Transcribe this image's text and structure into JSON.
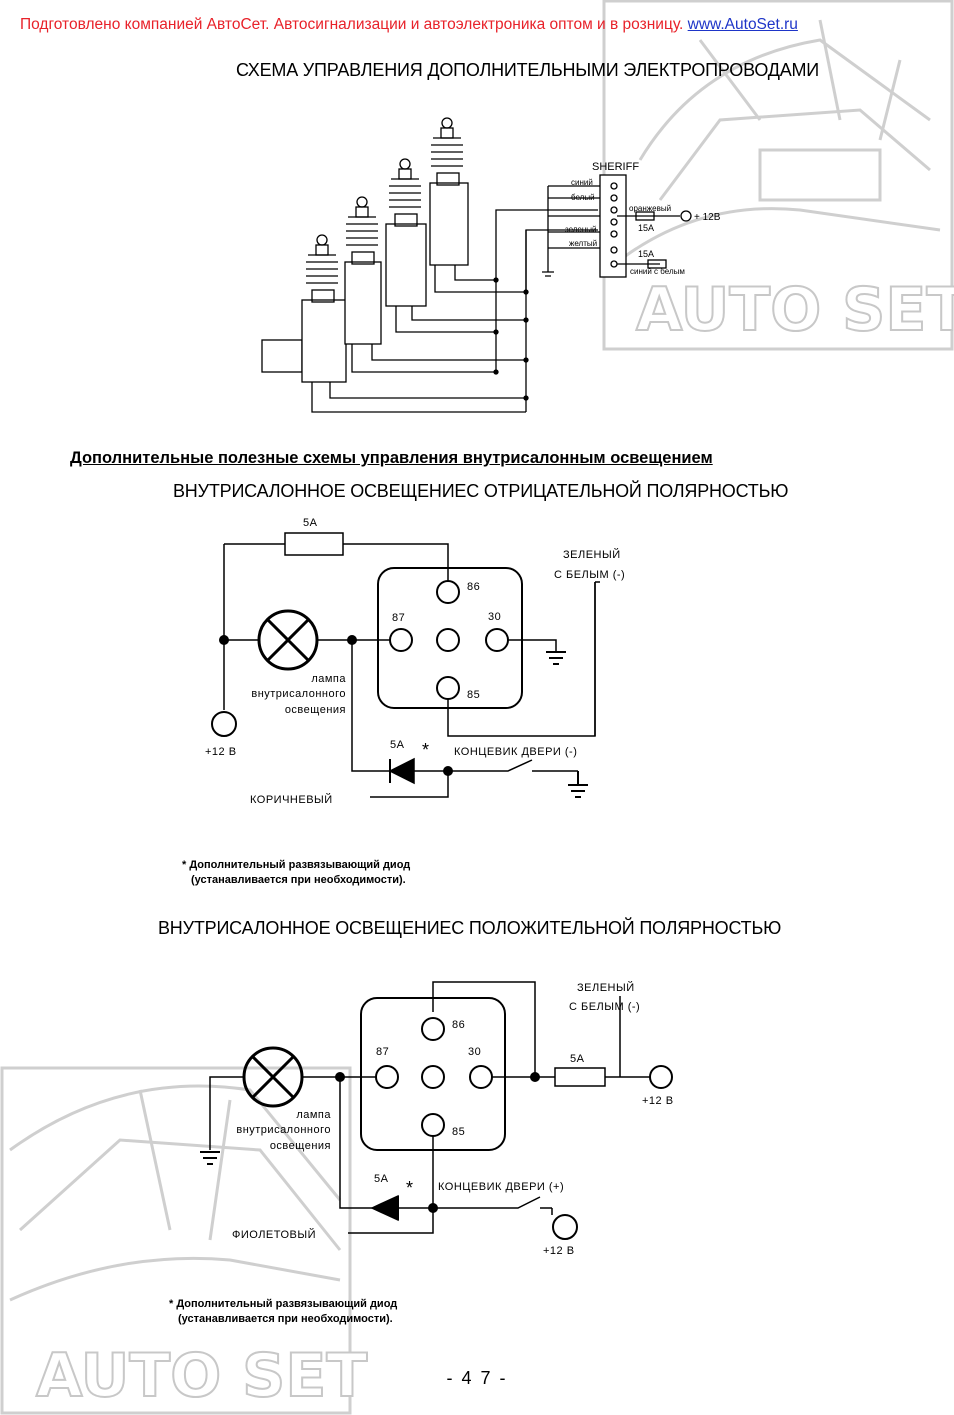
{
  "banner": {
    "text": "Подготовлено компанией АвтоСет. Автосигнализации и автоэлектроника оптом и в  розницу. ",
    "link": "www.AutoSet.ru"
  },
  "watermark": {
    "text": "AUTO SET"
  },
  "section1": {
    "title": "СХЕМА УПРАВЛЕНИЯ ДОПОЛНИТЕЛЬНЫМИ ЭЛЕКТРОПРОВОДАМИ",
    "brand": "SHERIFF",
    "wires": [
      "синий",
      "белый",
      "зеленый",
      "желтый"
    ],
    "right_labels": {
      "orange": "оранжевый",
      "fuse1": "15A",
      "fuse2": "15A",
      "blue_white": "синий с белым",
      "plus12": "+ 12В"
    }
  },
  "heading": "Дополнительные  полезные  схемы  управления  внутрисалонным  освещением",
  "diagram_neg": {
    "title": "ВНУТРИСАЛОННОЕ ОСВЕЩЕНИЕС ОТРИЦАТЕЛЬНОЙ ПОЛЯРНОСТЬЮ",
    "fuse_top": "5A",
    "wire_label_1": "ЗЕЛЕНЫЙ",
    "wire_label_2": "С  БЕЛЫМ  (-)",
    "pin86": "86",
    "pin87": "87",
    "pin30": "30",
    "pin85": "85",
    "lamp_1": "лампа",
    "lamp_2": "внутрисалонного",
    "lamp_3": "освещения",
    "plus12": "+12 В",
    "diode_label": "5A",
    "asterisk": "*",
    "door_switch": "КОНЦЕВИК  ДВЕРИ  (-)",
    "brown_wire": "КОРИЧНЕВЫЙ"
  },
  "note_neg": {
    "line1": "* Дополнительный  развязывающий  диод",
    "line2": "(устанавливается  при  необходимости)."
  },
  "diagram_pos": {
    "title": "ВНУТРИСАЛОННОЕ ОСВЕЩЕНИЕС ПОЛОЖИТЕЛЬНОЙ ПОЛЯРНОСТЬЮ",
    "wire_label_1": "ЗЕЛЕНЫЙ",
    "wire_label_2": "С  БЕЛЫМ  (-)",
    "pin86": "86",
    "pin87": "87",
    "pin30": "30",
    "pin85": "85",
    "fuse": "5A",
    "plus12_right": "+12 В",
    "lamp_1": "лампа",
    "lamp_2": "внутрисалонного",
    "lamp_3": "освещения",
    "diode_label": "5A",
    "asterisk": "*",
    "door_switch": "КОНЦЕВИК  ДВЕРИ  (+)",
    "violet_wire": "ФИОЛЕТОВЫЙ",
    "plus12_bottom": "+12 В"
  },
  "note_pos": {
    "line1": "* Дополнительный  развязывающий  диод",
    "line2": "(устанавливается  при  необходимости)."
  },
  "page_number": "- 4 7 -"
}
